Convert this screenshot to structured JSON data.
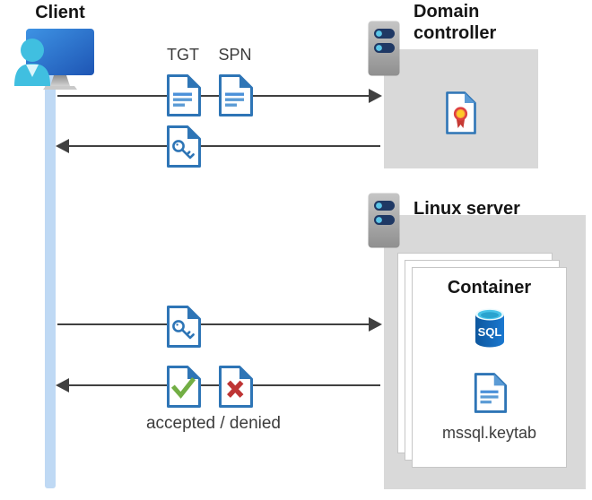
{
  "client": {
    "label": "Client"
  },
  "flow_top": {
    "tgt": "TGT",
    "spn": "SPN"
  },
  "domain_controller": {
    "label": "Domain controller"
  },
  "linux_server": {
    "label": "Linux server"
  },
  "container": {
    "title": "Container",
    "sql_badge": "SQL",
    "keytab": "mssql.keytab"
  },
  "flow_bottom": {
    "result": "accepted / denied"
  },
  "colors": {
    "timeline_blue": "#BFD9F4",
    "arrow_gray": "#404040",
    "zone_gray": "#D9D9D9",
    "doc_border_blue": "#2E75B6",
    "doc_line_blue": "#5B9BD5",
    "check_green": "#72AE44",
    "cross_red": "#BE3434",
    "cert_red": "#DE4040",
    "cert_yellow": "#FFC928",
    "sql_body_blue": "#1468BC",
    "sql_top_cyan": "#49C3E8",
    "server_pill_navy": "#1F3864",
    "server_dot_cyan": "#5BC6E8",
    "monitor_blue": "#2D72CE",
    "person_teal": "#40BFE0"
  },
  "icons": {
    "client": "monitor-user-icon",
    "server": "server-rack-icon",
    "tgt": "document-lines-icon",
    "spn": "document-lines-icon",
    "ticket": "document-key-icon",
    "certificate": "certificate-ribbon-icon",
    "sql": "sql-database-cylinder-icon",
    "keytab": "document-lines-icon",
    "accepted": "document-check-icon",
    "denied": "document-x-icon"
  }
}
